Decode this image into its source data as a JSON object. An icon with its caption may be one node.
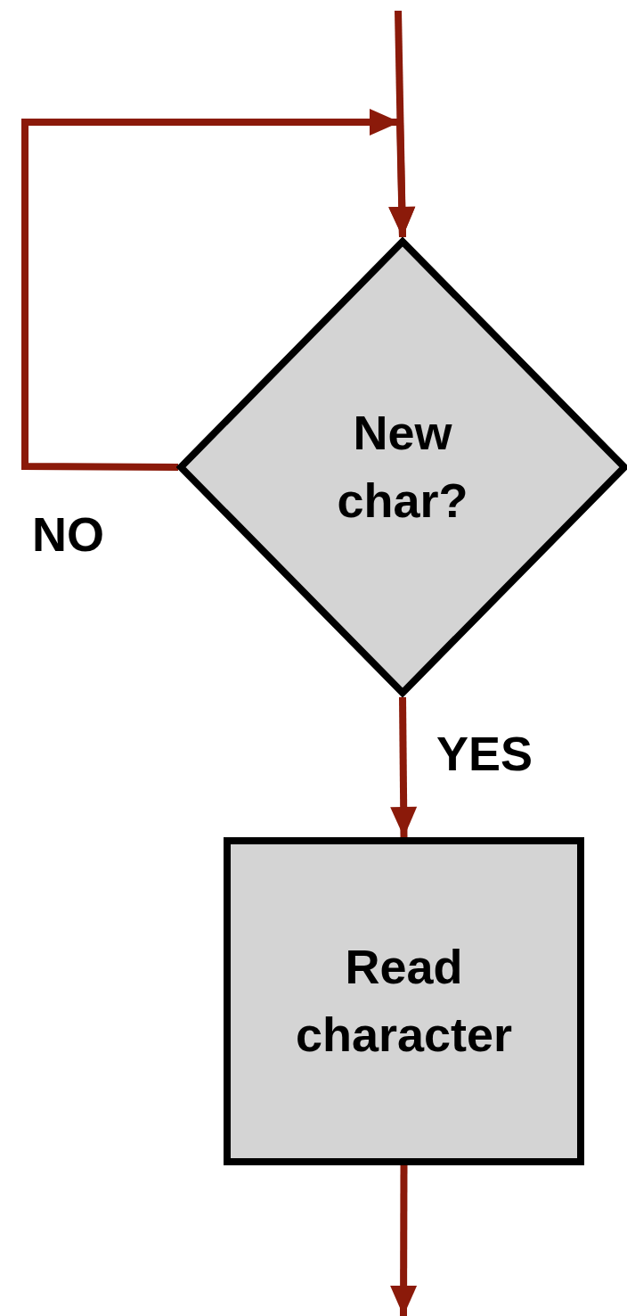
{
  "diagram": {
    "nodes": [
      {
        "text": [
          "New char?"
        ]
      },
      {
        "text": [
          "Read character"
        ]
      }
    ],
    "edges": [
      {
        "from": null,
        "to": 0,
        "arrow": "to"
      },
      {
        "from": 0,
        "to": 0,
        "arrow": "to",
        "label": "NO"
      },
      {
        "from": 0,
        "to": 1,
        "arrow": "to",
        "label": "YES"
      },
      {
        "from": 1,
        "to": null,
        "arrow": "to"
      }
    ]
  }
}
